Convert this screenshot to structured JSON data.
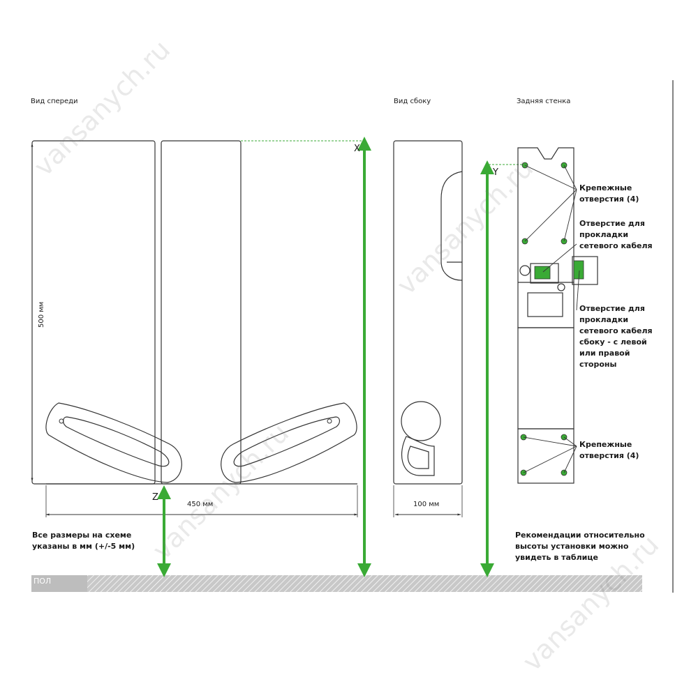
{
  "views": {
    "front": "Вид спереди",
    "side": "Вид сбоку",
    "back": "Задняя стенка"
  },
  "dimensions": {
    "height": "500 мм",
    "width": "450 мм",
    "depth": "100 мм"
  },
  "axes": {
    "x": "X",
    "y": "Y",
    "z": "Z"
  },
  "callouts": {
    "mounting_top": "Крепежные\nотверстия (4)",
    "cable_hole": "Отверстие для\nпрокладки\nсетевого кабеля",
    "cable_side": "Отверстие для\nпрокладки\nсетевого кабеля\nсбоку - с левой\nили правой\nстороны",
    "mounting_bottom": "Крепежные\nотверстия (4)"
  },
  "notes": {
    "tolerance": "Все размеры на схеме\nуказаны в мм (+/-5 мм)",
    "recommendation": "Рекомендации относительно\nвысоты установки можно\nувидеть в таблице"
  },
  "floor": "ПОЛ",
  "watermark": "vansanych.ru",
  "colors": {
    "accent": "#3aaa35",
    "outline": "#333333",
    "floor": "#c8c8c8"
  }
}
